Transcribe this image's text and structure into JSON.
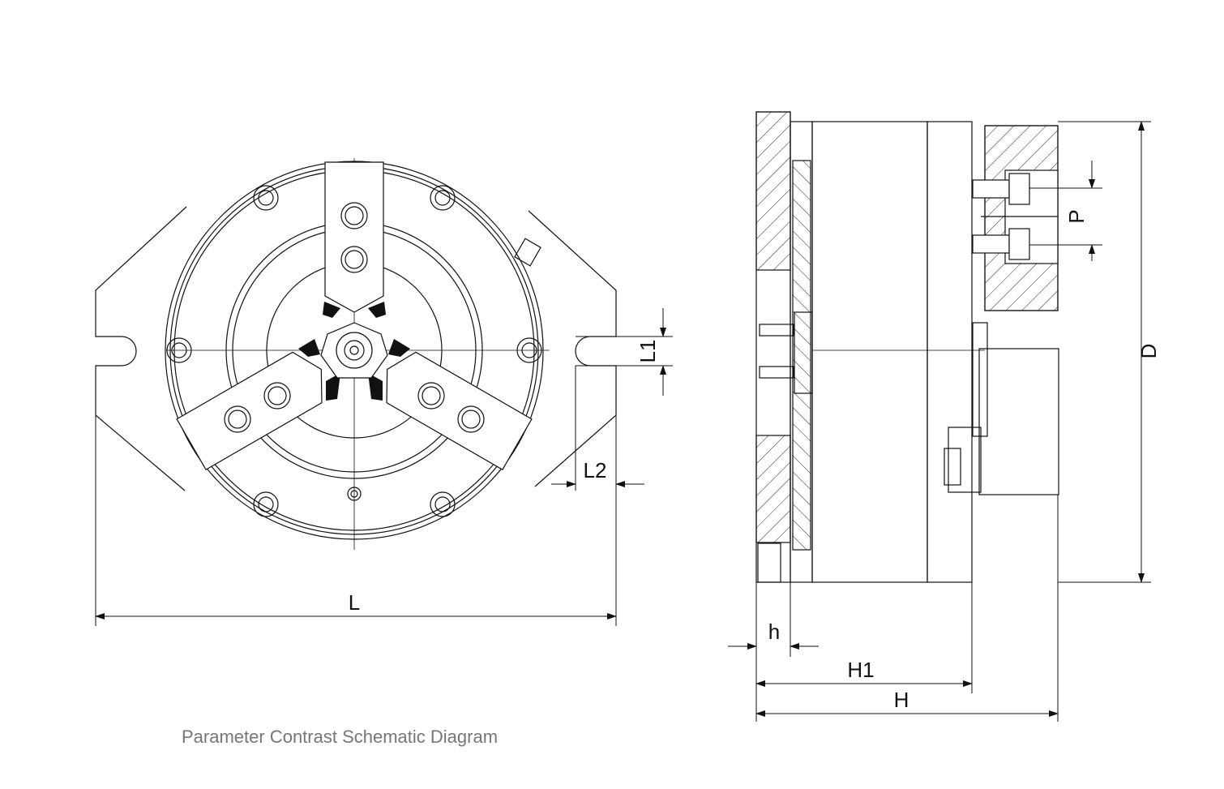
{
  "caption": "Parameter Contrast Schematic Diagram",
  "dimensions": {
    "L": "L",
    "L1": "L1",
    "L2": "L2",
    "D": "D",
    "P": "P",
    "h": "h",
    "H1": "H1",
    "H": "H"
  },
  "colors": {
    "line": "#111111",
    "caption": "#777777"
  }
}
